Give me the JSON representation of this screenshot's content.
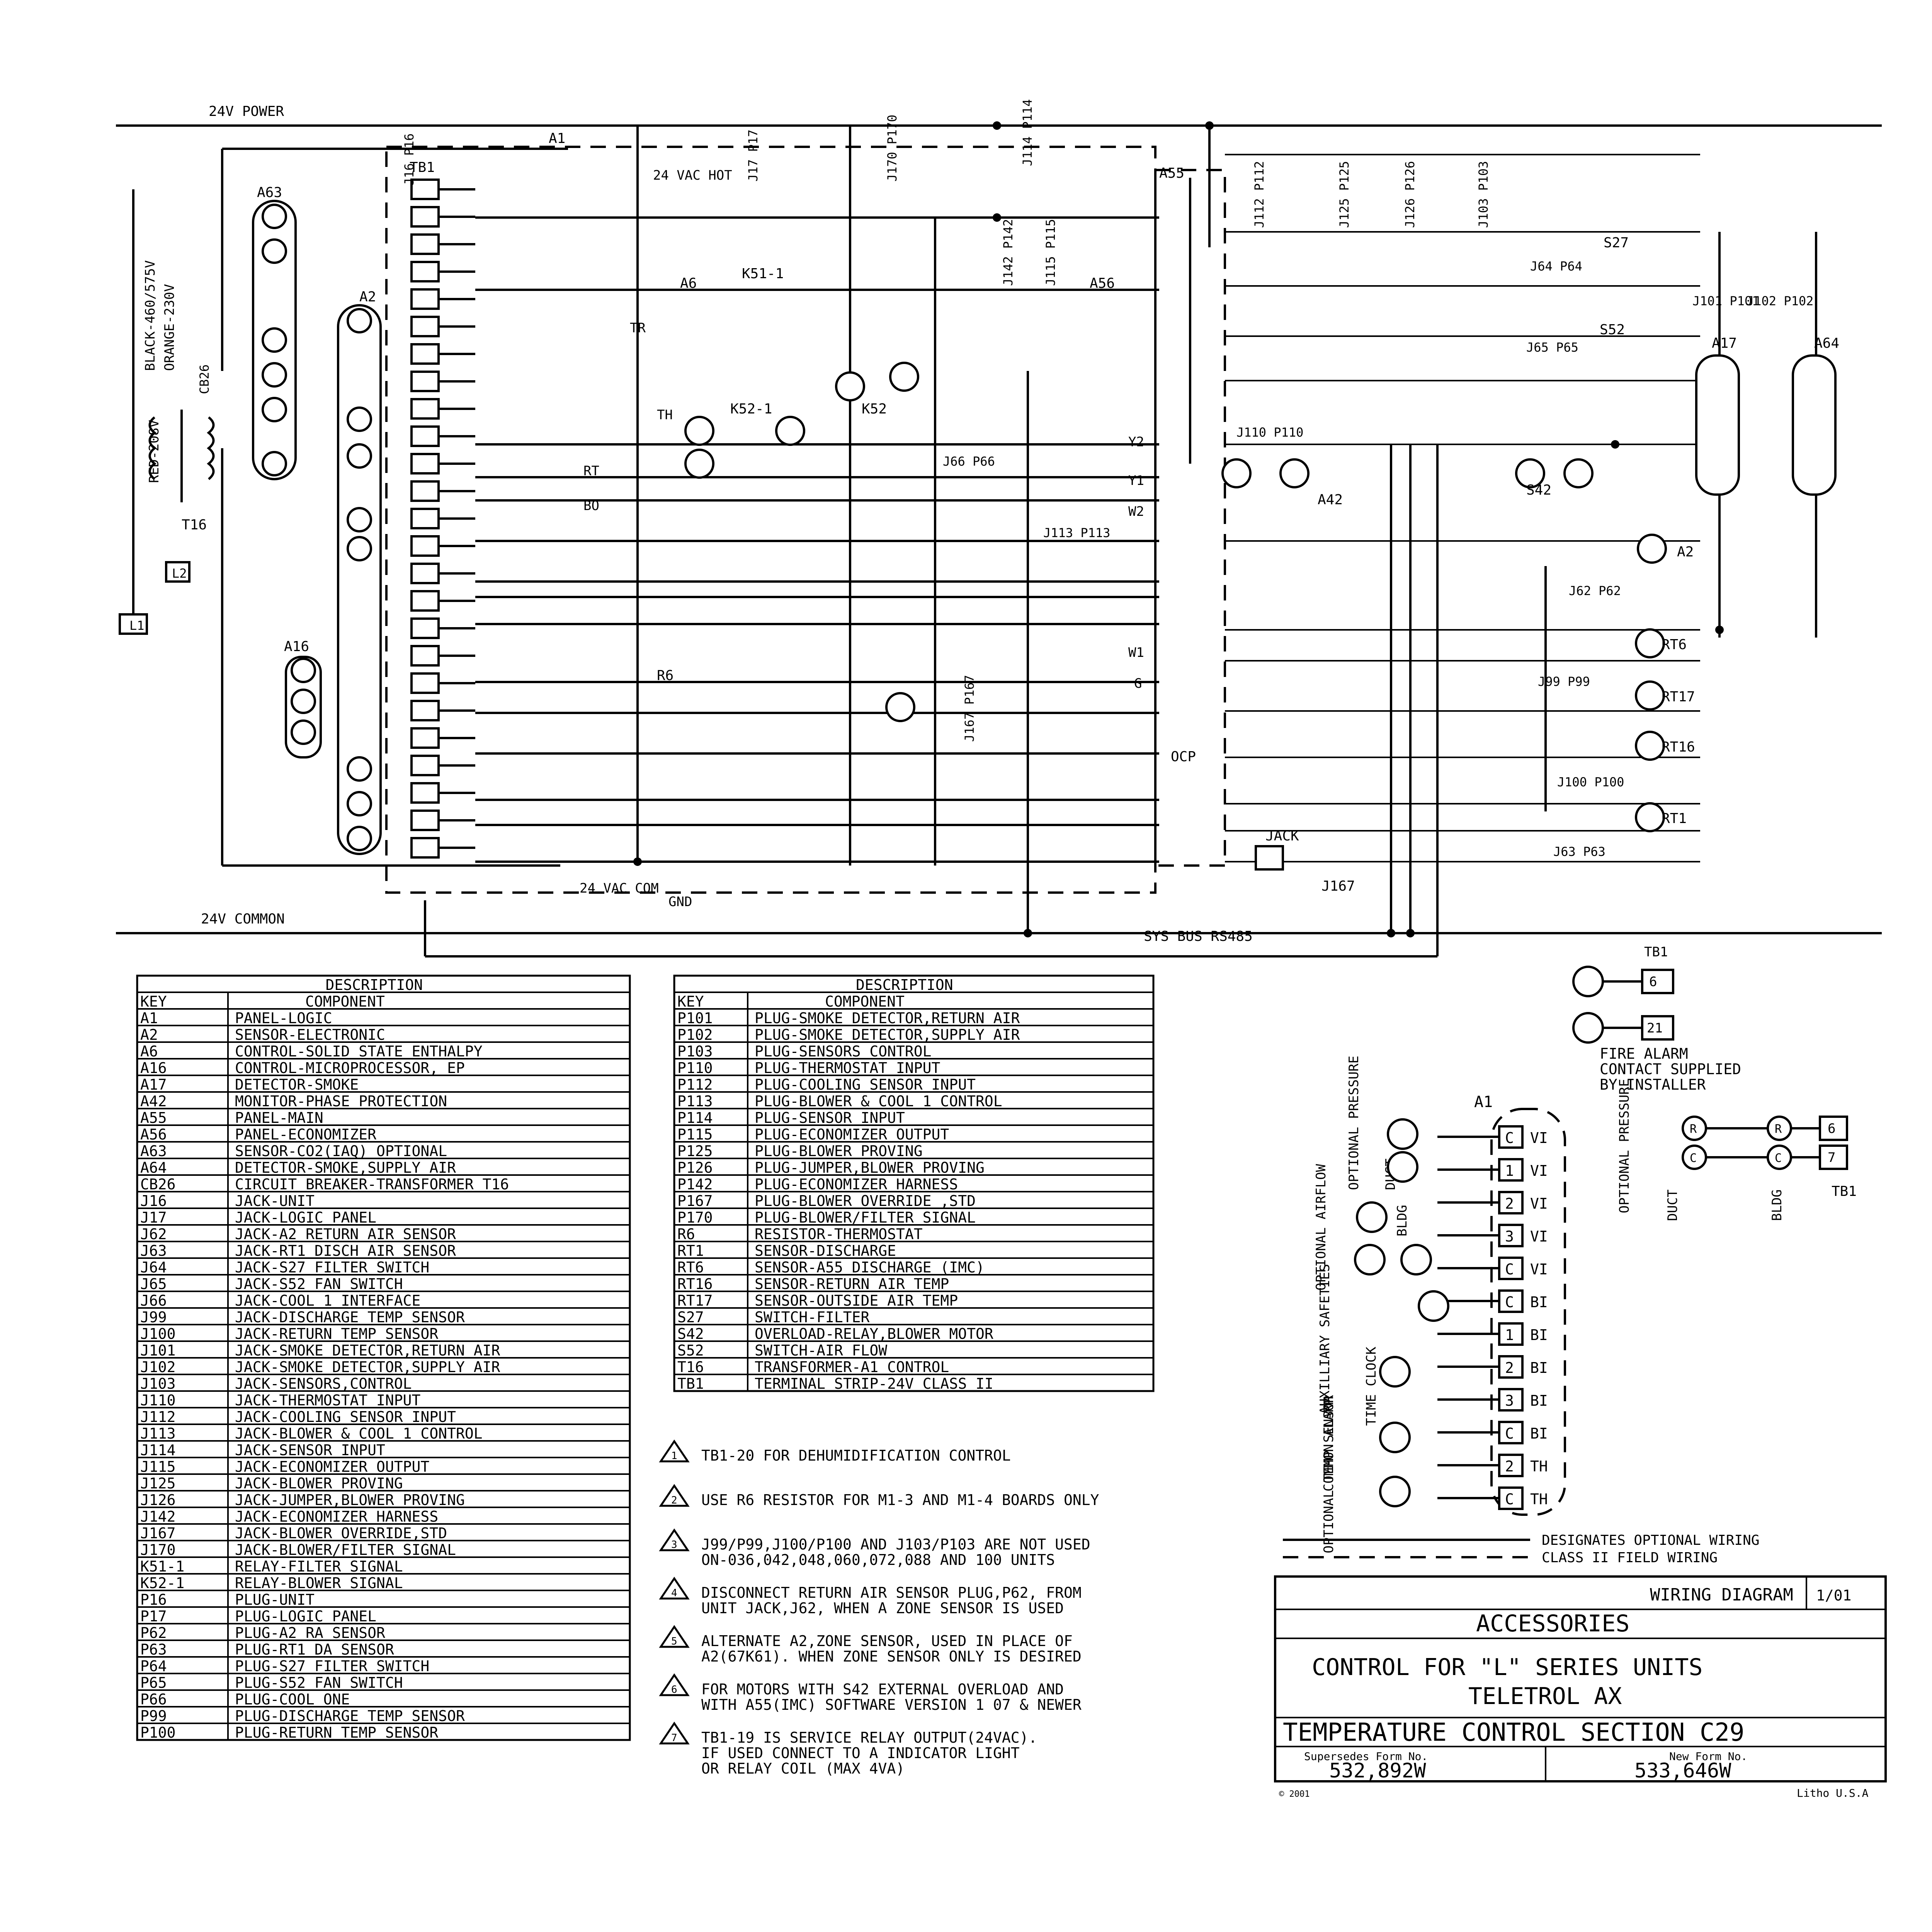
{
  "diagram": {
    "rail_top_label": "24V POWER",
    "rail_bottom_label": "24V COMMON",
    "transformer_labels": [
      "BLACK-460/575V",
      "ORANGE-230V",
      "RED-208V",
      "CB26",
      "T16"
    ],
    "terminal_labels": [
      "L1",
      "L2"
    ],
    "component_labels": [
      "A1",
      "A2",
      "A6",
      "A16",
      "A17",
      "A42",
      "A55",
      "A56",
      "A63",
      "A64",
      "TB1",
      "K51-1",
      "K52-1",
      "K52",
      "R6",
      "S27",
      "S42",
      "S52",
      "OCP",
      "JACK",
      "SYS BUS RS485",
      "J167"
    ],
    "board_texts": [
      "24 VAC HOT",
      "24 VAC COM",
      "GND",
      "BO",
      "TH",
      "RT",
      "TR",
      "Y2",
      "Y1",
      "W2",
      "W1",
      "G"
    ],
    "connector_labels": [
      "J114 P114",
      "J110 P110",
      "J113 P113",
      "J101 P101",
      "J102 P102",
      "J62 P62",
      "J63 P63",
      "J64 P64",
      "J65 P65",
      "J66 P66",
      "J99 P99",
      "J100 P100",
      "J16 P16",
      "J17 P17",
      "J142 P142",
      "J115 P115",
      "J167 P167",
      "J170 P170",
      "J112 P112",
      "J125 P125",
      "J126 P126",
      "J103 P103"
    ],
    "sensor_labels": [
      "RT6",
      "RT17",
      "RT16",
      "RT1",
      "A2"
    ]
  },
  "table_left": {
    "title": "DESCRIPTION",
    "col_key": "KEY",
    "col_component": "COMPONENT",
    "rows": [
      [
        "A1",
        "PANEL-LOGIC"
      ],
      [
        "A2",
        "SENSOR-ELECTRONIC"
      ],
      [
        "A6",
        "CONTROL-SOLID STATE ENTHALPY"
      ],
      [
        "A16",
        "CONTROL-MICROPROCESSOR, EP"
      ],
      [
        "A17",
        "DETECTOR-SMOKE"
      ],
      [
        "A42",
        "MONITOR-PHASE PROTECTION"
      ],
      [
        "A55",
        "PANEL-MAIN"
      ],
      [
        "A56",
        "PANEL-ECONOMIZER"
      ],
      [
        "A63",
        "SENSOR-CO2(IAQ) OPTIONAL"
      ],
      [
        "A64",
        "DETECTOR-SMOKE,SUPPLY AIR"
      ],
      [
        "CB26",
        "CIRCUIT BREAKER-TRANSFORMER T16"
      ],
      [
        "J16",
        "JACK-UNIT"
      ],
      [
        "J17",
        "JACK-LOGIC PANEL"
      ],
      [
        "J62",
        "JACK-A2 RETURN AIR SENSOR"
      ],
      [
        "J63",
        "JACK-RT1 DISCH  AIR SENSOR"
      ],
      [
        "J64",
        "JACK-S27 FILTER SWITCH"
      ],
      [
        "J65",
        "JACK-S52 FAN SWITCH"
      ],
      [
        "J66",
        "JACK-COOL 1 INTERFACE"
      ],
      [
        "J99",
        "JACK-DISCHARGE TEMP SENSOR"
      ],
      [
        "J100",
        "JACK-RETURN TEMP SENSOR"
      ],
      [
        "J101",
        "JACK-SMOKE DETECTOR,RETURN AIR"
      ],
      [
        "J102",
        "JACK-SMOKE DETECTOR,SUPPLY AIR"
      ],
      [
        "J103",
        "JACK-SENSORS,CONTROL"
      ],
      [
        "J110",
        "JACK-THERMOSTAT INPUT"
      ],
      [
        "J112",
        "JACK-COOLING SENSOR INPUT"
      ],
      [
        "J113",
        "JACK-BLOWER & COOL 1 CONTROL"
      ],
      [
        "J114",
        "JACK-SENSOR INPUT"
      ],
      [
        "J115",
        "JACK-ECONOMIZER OUTPUT"
      ],
      [
        "J125",
        "JACK-BLOWER PROVING"
      ],
      [
        "J126",
        "JACK-JUMPER,BLOWER PROVING"
      ],
      [
        "J142",
        "JACK-ECONOMIZER HARNESS"
      ],
      [
        "J167",
        "JACK-BLOWER OVERRIDE,STD"
      ],
      [
        "J170",
        "JACK-BLOWER/FILTER SIGNAL"
      ],
      [
        "K51-1",
        "RELAY-FILTER SIGNAL"
      ],
      [
        "K52-1",
        "RELAY-BLOWER SIGNAL"
      ],
      [
        "P16",
        "PLUG-UNIT"
      ],
      [
        "P17",
        "PLUG-LOGIC PANEL"
      ],
      [
        "P62",
        "PLUG-A2 RA SENSOR"
      ],
      [
        "P63",
        "PLUG-RT1 DA SENSOR"
      ],
      [
        "P64",
        "PLUG-S27 FILTER SWITCH"
      ],
      [
        "P65",
        "PLUG-S52 FAN SWITCH"
      ],
      [
        "P66",
        "PLUG-COOL ONE"
      ],
      [
        "P99",
        "PLUG-DISCHARGE TEMP SENSOR"
      ],
      [
        "P100",
        "PLUG-RETURN TEMP SENSOR"
      ]
    ]
  },
  "table_right": {
    "title": "DESCRIPTION",
    "col_key": "KEY",
    "col_component": "COMPONENT",
    "rows": [
      [
        "P101",
        "PLUG-SMOKE DETECTOR,RETURN AIR"
      ],
      [
        "P102",
        "PLUG-SMOKE DETECTOR,SUPPLY AIR"
      ],
      [
        "P103",
        "PLUG-SENSORS CONTROL"
      ],
      [
        "P110",
        "PLUG-THERMOSTAT INPUT"
      ],
      [
        "P112",
        "PLUG-COOLING SENSOR INPUT"
      ],
      [
        "P113",
        "PLUG-BLOWER & COOL 1 CONTROL"
      ],
      [
        "P114",
        "PLUG-SENSOR INPUT"
      ],
      [
        "P115",
        "PLUG-ECONOMIZER OUTPUT"
      ],
      [
        "P125",
        "PLUG-BLOWER PROVING"
      ],
      [
        "P126",
        "PLUG-JUMPER,BLOWER PROVING"
      ],
      [
        "P142",
        "PLUG-ECONOMIZER HARNESS"
      ],
      [
        "P167",
        "PLUG-BLOWER OVERRIDE ,STD"
      ],
      [
        "P170",
        "PLUG-BLOWER/FILTER SIGNAL"
      ],
      [
        "R6",
        "RESISTOR-THERMOSTAT"
      ],
      [
        "RT1",
        "SENSOR-DISCHARGE"
      ],
      [
        "RT6",
        "SENSOR-A55 DISCHARGE (IMC)"
      ],
      [
        "RT16",
        "SENSOR-RETURN AIR TEMP"
      ],
      [
        "RT17",
        "SENSOR-OUTSIDE AIR TEMP"
      ],
      [
        "S27",
        "SWITCH-FILTER"
      ],
      [
        "S42",
        "OVERLOAD-RELAY,BLOWER MOTOR"
      ],
      [
        "S52",
        "SWITCH-AIR FLOW"
      ],
      [
        "T16",
        "TRANSFORMER-A1 CONTROL"
      ],
      [
        "TB1",
        "TERMINAL STRIP-24V CLASS II"
      ]
    ]
  },
  "notes": [
    {
      "n": "1",
      "lines": [
        "TB1-20 FOR DEHUMIDIFICATION CONTROL"
      ]
    },
    {
      "n": "2",
      "lines": [
        "USE R6 RESISTOR FOR M1-3 AND M1-4 BOARDS ONLY"
      ]
    },
    {
      "n": "3",
      "lines": [
        "J99/P99,J100/P100 AND J103/P103 ARE NOT USED",
        "ON-036,042,048,060,072,088 AND 100 UNITS"
      ]
    },
    {
      "n": "4",
      "lines": [
        "DISCONNECT RETURN AIR SENSOR PLUG,P62, FROM",
        "UNIT JACK,J62, WHEN A ZONE SENSOR IS USED"
      ]
    },
    {
      "n": "5",
      "lines": [
        "ALTERNATE A2,ZONE SENSOR, USED IN PLACE OF",
        "A2(67K61). WHEN ZONE SENSOR ONLY IS DESIRED"
      ]
    },
    {
      "n": "6",
      "lines": [
        "FOR MOTORS WITH S42 EXTERNAL OVERLOAD AND",
        "WITH A55(IMC) SOFTWARE VERSION 1 07 & NEWER"
      ]
    },
    {
      "n": "7",
      "lines": [
        "TB1-19 IS SERVICE RELAY OUTPUT(24VAC).",
        "IF USED CONNECT TO A INDICATOR LIGHT",
        "OR RELAY COIL (MAX 4VA)"
      ]
    }
  ],
  "field_wiring": {
    "a1_label": "A1",
    "left_labels": [
      "OPTIONAL PRESSURE",
      "DUCT",
      "BLDG",
      "OPTIONAL AIRFLOW",
      "AUXILLIARY SAFETIES",
      "TIME CLOCK",
      "COMMON ALARM",
      "OPTIONAL TEMP SENSOR"
    ],
    "terminals": [
      [
        "C",
        "VI"
      ],
      [
        "1",
        "VI"
      ],
      [
        "2",
        "VI"
      ],
      [
        "3",
        "VI"
      ],
      [
        "C",
        "VI"
      ],
      [
        "C",
        "BI"
      ],
      [
        "1",
        "BI"
      ],
      [
        "2",
        "BI"
      ],
      [
        "3",
        "BI"
      ],
      [
        "C",
        "BI"
      ],
      [
        "2",
        "TH"
      ],
      [
        "C",
        "TH"
      ]
    ],
    "right_block": {
      "labels": [
        "OPTIONAL PRESSURE",
        "DUCT",
        "BLDG",
        "TB1"
      ],
      "pins": [
        "R",
        "R",
        "C",
        "C"
      ],
      "terminals": [
        "6",
        "7"
      ]
    }
  },
  "fire_alarm": {
    "tb_label": "TB1",
    "terminals": [
      "6",
      "21"
    ],
    "lines": [
      "FIRE ALARM",
      "CONTACT SUPPLIED",
      "BY INSTALLER"
    ]
  },
  "legend": {
    "optional_wiring": "DESIGNATES OPTIONAL WIRING",
    "class2": "CLASS II FIELD WIRING"
  },
  "title_block": {
    "wiring_diagram": "WIRING DIAGRAM",
    "date": "1/01",
    "section1": "ACCESSORIES",
    "line1": "CONTROL FOR \"L\" SERIES UNITS",
    "line2": "TELETROL AX",
    "section2": "TEMPERATURE CONTROL SECTION C29",
    "supersedes_label": "Supersedes Form No.",
    "supersedes_value": "532,892W",
    "new_label": "New Form No.",
    "new_value": "533,646W",
    "copyright": "© 2001",
    "litho": "Litho U.S.A"
  }
}
